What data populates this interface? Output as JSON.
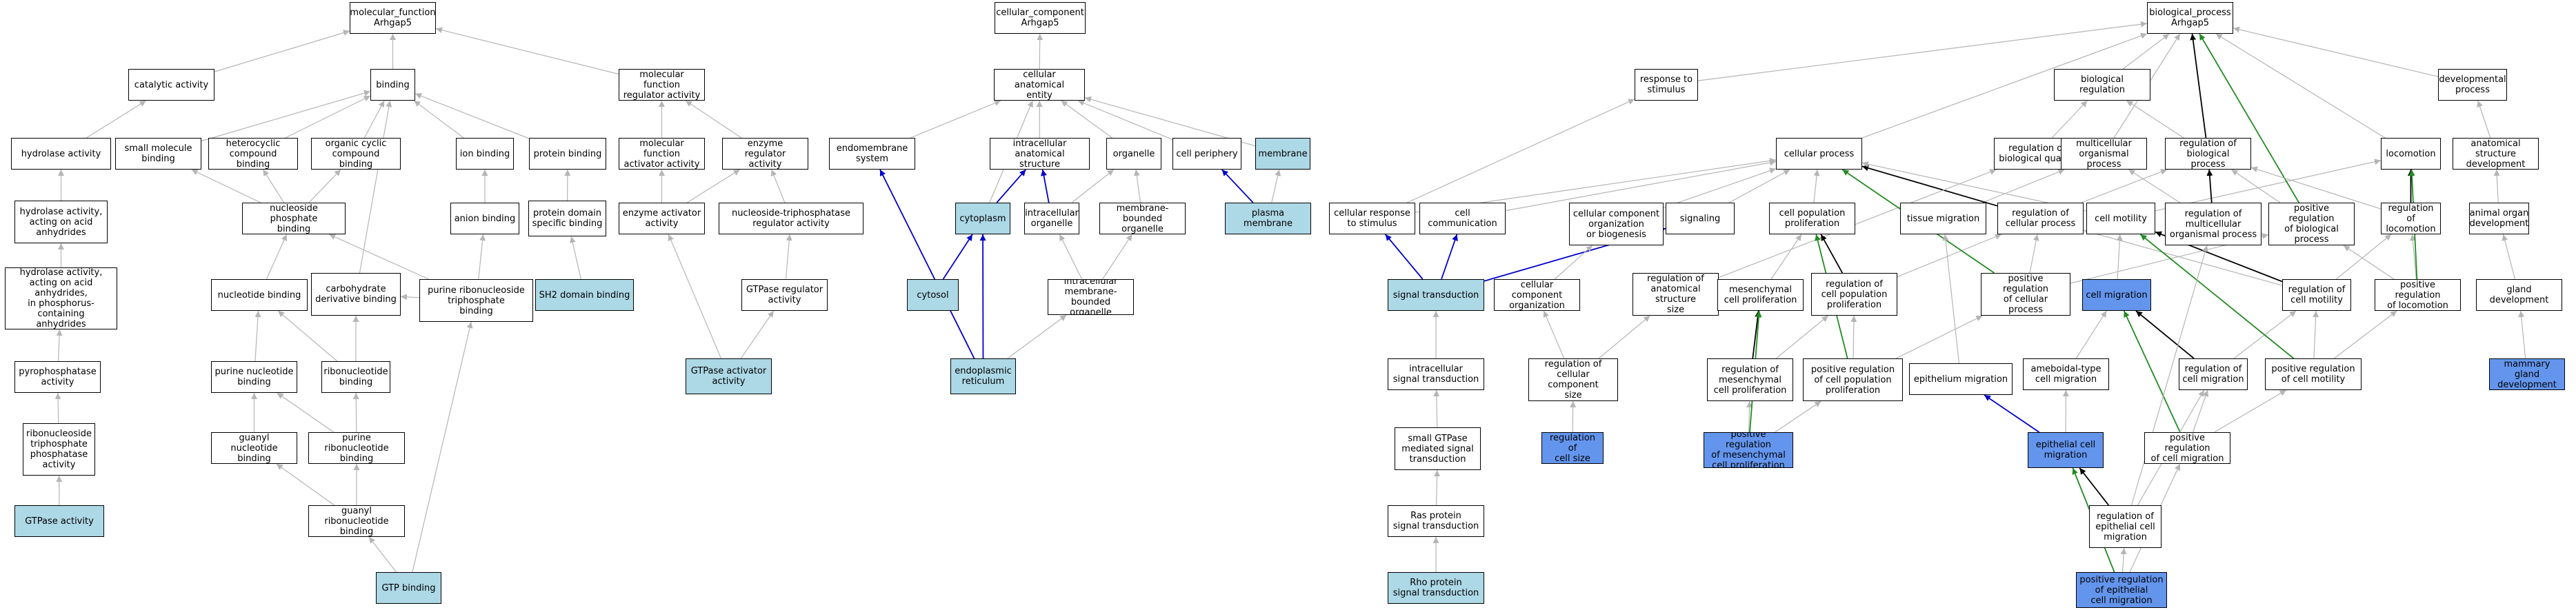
{
  "colors": {
    "default": "#ffffff",
    "light": "#add8e6",
    "blue": "#6495ed",
    "edge_gray": "#b5b5b5",
    "edge_black": "#000000",
    "edge_blue": "#0000cd",
    "edge_green": "#228b22"
  },
  "nodes": [
    {
      "id": "mf",
      "label": "molecular_function\nArhgap5",
      "color": "default"
    },
    {
      "id": "catalytic",
      "label": "catalytic activity",
      "color": "default"
    },
    {
      "id": "binding",
      "label": "binding",
      "color": "default"
    },
    {
      "id": "mfreg",
      "label": "molecular function\nregulator activity",
      "color": "default"
    },
    {
      "id": "hydrolase",
      "label": "hydrolase activity",
      "color": "default"
    },
    {
      "id": "smallmol",
      "label": "small molecule\nbinding",
      "color": "default"
    },
    {
      "id": "heterocyclic",
      "label": "heterocyclic\ncompound binding",
      "color": "default"
    },
    {
      "id": "organiccyclic",
      "label": "organic cyclic\ncompound binding",
      "color": "default"
    },
    {
      "id": "ionbind",
      "label": "ion binding",
      "color": "default"
    },
    {
      "id": "proteinbind",
      "label": "protein binding",
      "color": "default"
    },
    {
      "id": "mfactivator",
      "label": "molecular function\nactivator activity",
      "color": "default"
    },
    {
      "id": "enzreg",
      "label": "enzyme regulator\nactivity",
      "color": "default"
    },
    {
      "id": "hydanhyd",
      "label": "hydrolase activity,\nacting on acid\nanhydrides",
      "color": "default"
    },
    {
      "id": "nucphos",
      "label": "nucleoside phosphate\nbinding",
      "color": "default"
    },
    {
      "id": "anionbind",
      "label": "anion binding",
      "color": "default"
    },
    {
      "id": "protdomain",
      "label": "protein domain\nspecific binding",
      "color": "default"
    },
    {
      "id": "enzact",
      "label": "enzyme activator\nactivity",
      "color": "default"
    },
    {
      "id": "ntpasereg",
      "label": "nucleoside-triphosphatase\nregulator activity",
      "color": "default"
    },
    {
      "id": "hydphos",
      "label": "hydrolase activity,\nacting on acid\nanhydrides,\nin phosphorus-containing\nanhydrides",
      "color": "default"
    },
    {
      "id": "nucbind",
      "label": "nucleotide binding",
      "color": "default"
    },
    {
      "id": "carbo",
      "label": "carbohydrate\nderivative binding",
      "color": "default"
    },
    {
      "id": "purnuctp",
      "label": "purine ribonucleoside\ntriphosphate\nbinding",
      "color": "default"
    },
    {
      "id": "sh2",
      "label": "SH2 domain binding",
      "color": "light"
    },
    {
      "id": "gtpasereg",
      "label": "GTPase regulator\nactivity",
      "color": "default"
    },
    {
      "id": "pyrophos",
      "label": "pyrophosphatase\nactivity",
      "color": "default"
    },
    {
      "id": "purnuc",
      "label": "purine nucleotide\nbinding",
      "color": "default"
    },
    {
      "id": "ribonuc",
      "label": "ribonucleotide\nbinding",
      "color": "default"
    },
    {
      "id": "gtpaseact",
      "label": "GTPase activator\nactivity",
      "color": "light"
    },
    {
      "id": "ntpase",
      "label": "ribonucleoside\ntriphosphate\nphosphatase\nactivity",
      "color": "default"
    },
    {
      "id": "guanylnuc",
      "label": "guanyl nucleotide\nbinding",
      "color": "default"
    },
    {
      "id": "purribonuc",
      "label": "purine ribonucleotide\nbinding",
      "color": "default"
    },
    {
      "id": "guanylribo",
      "label": "guanyl ribonucleotide\nbinding",
      "color": "default"
    },
    {
      "id": "gtpase",
      "label": "GTPase activity",
      "color": "light"
    },
    {
      "id": "gtpbind",
      "label": "GTP binding",
      "color": "light"
    },
    {
      "id": "cc",
      "label": "cellular_component\nArhgap5",
      "color": "default"
    },
    {
      "id": "cae",
      "label": "cellular anatomical\nentity",
      "color": "default"
    },
    {
      "id": "endomem",
      "label": "endomembrane\nsystem",
      "color": "default"
    },
    {
      "id": "intraanat",
      "label": "intracellular\nanatomical structure",
      "color": "default"
    },
    {
      "id": "organelle",
      "label": "organelle",
      "color": "default"
    },
    {
      "id": "periphery",
      "label": "cell periphery",
      "color": "default"
    },
    {
      "id": "membrane",
      "label": "membrane",
      "color": "light"
    },
    {
      "id": "cytoplasm",
      "label": "cytoplasm",
      "color": "light"
    },
    {
      "id": "intraorg",
      "label": "intracellular\norganelle",
      "color": "default"
    },
    {
      "id": "membound",
      "label": "membrane-bounded\norganelle",
      "color": "default"
    },
    {
      "id": "plasmamem",
      "label": "plasma membrane",
      "color": "light"
    },
    {
      "id": "cytosol",
      "label": "cytosol",
      "color": "light"
    },
    {
      "id": "intramem",
      "label": "intracellular\nmembrane-bounded\norganelle",
      "color": "default"
    },
    {
      "id": "er",
      "label": "endoplasmic\nreticulum",
      "color": "light"
    },
    {
      "id": "bp",
      "label": "biological_process\nArhgap5",
      "color": "default"
    },
    {
      "id": "stimulus",
      "label": "response to\nstimulus",
      "color": "default"
    },
    {
      "id": "bioreg",
      "label": "biological regulation",
      "color": "default"
    },
    {
      "id": "devproc",
      "label": "developmental\nprocess",
      "color": "default"
    },
    {
      "id": "cellproc",
      "label": "cellular process",
      "color": "default"
    },
    {
      "id": "regqual",
      "label": "regulation of\nbiological quality",
      "color": "default"
    },
    {
      "id": "multiorg",
      "label": "multicellular\norganismal process",
      "color": "default"
    },
    {
      "id": "regbio",
      "label": "regulation of\nbiological process",
      "color": "default"
    },
    {
      "id": "locomotion",
      "label": "locomotion",
      "color": "default"
    },
    {
      "id": "anatdev",
      "label": "anatomical structure\ndevelopment",
      "color": "default"
    },
    {
      "id": "cellresp",
      "label": "cellular response\nto stimulus",
      "color": "default"
    },
    {
      "id": "cellcomm",
      "label": "cell communication",
      "color": "default"
    },
    {
      "id": "ccorg",
      "label": "cellular component\norganization\nor biogenesis",
      "color": "default"
    },
    {
      "id": "signaling",
      "label": "signaling",
      "color": "default"
    },
    {
      "id": "cellpop",
      "label": "cell population\nproliferation",
      "color": "default"
    },
    {
      "id": "tissuemig",
      "label": "tissue migration",
      "color": "default"
    },
    {
      "id": "regcellproc",
      "label": "regulation of\ncellular process",
      "color": "default"
    },
    {
      "id": "cellmotility",
      "label": "cell motility",
      "color": "default"
    },
    {
      "id": "regmulti",
      "label": "regulation of\nmulticellular\norganismal process",
      "color": "default"
    },
    {
      "id": "posregbio",
      "label": "positive regulation\nof biological\nprocess",
      "color": "default"
    },
    {
      "id": "regloco",
      "label": "regulation of\nlocomotion",
      "color": "default"
    },
    {
      "id": "animalorgan",
      "label": "animal organ\ndevelopment",
      "color": "default"
    },
    {
      "id": "sigtrans",
      "label": "signal transduction",
      "color": "light"
    },
    {
      "id": "ccorgn",
      "label": "cellular component\norganization",
      "color": "default"
    },
    {
      "id": "regsize",
      "label": "regulation of\nanatomical structure\nsize",
      "color": "default"
    },
    {
      "id": "mesprolif",
      "label": "mesenchymal\ncell proliferation",
      "color": "default"
    },
    {
      "id": "regpop",
      "label": "regulation of\ncell population\nproliferation",
      "color": "default"
    },
    {
      "id": "posregcellproc",
      "label": "positive regulation\nof cellular\nprocess",
      "color": "default"
    },
    {
      "id": "cellmig",
      "label": "cell migration",
      "color": "blue"
    },
    {
      "id": "regmotility",
      "label": "regulation of\ncell motility",
      "color": "default"
    },
    {
      "id": "posregloco",
      "label": "positive regulation\nof locomotion",
      "color": "default"
    },
    {
      "id": "glanddev",
      "label": "gland development",
      "color": "default"
    },
    {
      "id": "intrasig",
      "label": "intracellular\nsignal transduction",
      "color": "default"
    },
    {
      "id": "regccsize",
      "label": "regulation of\ncellular component\nsize",
      "color": "default"
    },
    {
      "id": "regmesprolif",
      "label": "regulation of\nmesenchymal\ncell proliferation",
      "color": "default"
    },
    {
      "id": "posregpop",
      "label": "positive regulation\nof cell population\nproliferation",
      "color": "default"
    },
    {
      "id": "epimig",
      "label": "epithelium migration",
      "color": "default"
    },
    {
      "id": "ameboid",
      "label": "ameboidal-type\ncell migration",
      "color": "default"
    },
    {
      "id": "regcellmig",
      "label": "regulation of\ncell migration",
      "color": "default"
    },
    {
      "id": "posregmotility",
      "label": "positive regulation\nof cell motility",
      "color": "default"
    },
    {
      "id": "mammary",
      "label": "mammary gland\ndevelopment",
      "color": "blue"
    },
    {
      "id": "smallgtpase",
      "label": "small GTPase\nmediated signal\ntransduction",
      "color": "default"
    },
    {
      "id": "regcellsize",
      "label": "regulation of\ncell size",
      "color": "blue"
    },
    {
      "id": "posregmes",
      "label": "positive regulation\nof mesenchymal\ncell proliferation",
      "color": "blue"
    },
    {
      "id": "epicellmig",
      "label": "epithelial cell\nmigration",
      "color": "blue"
    },
    {
      "id": "posregcellmig",
      "label": "positive regulation\nof cell migration",
      "color": "default"
    },
    {
      "id": "ras",
      "label": "Ras protein\nsignal transduction",
      "color": "default"
    },
    {
      "id": "regepimig",
      "label": "regulation of\nepithelial cell\nmigration",
      "color": "default"
    },
    {
      "id": "rho",
      "label": "Rho protein\nsignal transduction",
      "color": "light"
    },
    {
      "id": "posregepimig",
      "label": "positive regulation\nof epithelial\ncell migration",
      "color": "blue"
    }
  ],
  "edges": [
    [
      "catalytic",
      "mf",
      "gray"
    ],
    [
      "binding",
      "mf",
      "gray"
    ],
    [
      "mfreg",
      "mf",
      "gray"
    ],
    [
      "hydrolase",
      "catalytic",
      "gray"
    ],
    [
      "smallmol",
      "binding",
      "gray"
    ],
    [
      "heterocyclic",
      "binding",
      "gray"
    ],
    [
      "organiccyclic",
      "binding",
      "gray"
    ],
    [
      "ionbind",
      "binding",
      "gray"
    ],
    [
      "proteinbind",
      "binding",
      "gray"
    ],
    [
      "mfactivator",
      "mfreg",
      "gray"
    ],
    [
      "enzreg",
      "mfreg",
      "gray"
    ],
    [
      "hydanhyd",
      "hydrolase",
      "gray"
    ],
    [
      "nucphos",
      "smallmol",
      "gray"
    ],
    [
      "nucphos",
      "heterocyclic",
      "gray"
    ],
    [
      "nucphos",
      "organiccyclic",
      "gray"
    ],
    [
      "anionbind",
      "ionbind",
      "gray"
    ],
    [
      "protdomain",
      "proteinbind",
      "gray"
    ],
    [
      "enzact",
      "mfactivator",
      "gray"
    ],
    [
      "enzact",
      "enzreg",
      "gray"
    ],
    [
      "ntpasereg",
      "enzreg",
      "gray"
    ],
    [
      "hydphos",
      "hydanhyd",
      "gray"
    ],
    [
      "nucbind",
      "nucphos",
      "gray"
    ],
    [
      "carbo",
      "binding",
      "gray"
    ],
    [
      "purnuctp",
      "nucphos",
      "gray"
    ],
    [
      "purnuctp",
      "anionbind",
      "gray"
    ],
    [
      "purnuctp",
      "carbo",
      "gray"
    ],
    [
      "sh2",
      "protdomain",
      "gray"
    ],
    [
      "gtpasereg",
      "ntpasereg",
      "gray"
    ],
    [
      "pyrophos",
      "hydphos",
      "gray"
    ],
    [
      "purnuc",
      "nucbind",
      "gray"
    ],
    [
      "ribonuc",
      "nucbind",
      "gray"
    ],
    [
      "ribonuc",
      "carbo",
      "gray"
    ],
    [
      "gtpaseact",
      "enzact",
      "gray"
    ],
    [
      "gtpaseact",
      "gtpasereg",
      "gray"
    ],
    [
      "ntpase",
      "pyrophos",
      "gray"
    ],
    [
      "guanylnuc",
      "purnuc",
      "gray"
    ],
    [
      "purribonuc",
      "purnuc",
      "gray"
    ],
    [
      "purribonuc",
      "ribonuc",
      "gray"
    ],
    [
      "guanylribo",
      "guanylnuc",
      "gray"
    ],
    [
      "guanylribo",
      "purribonuc",
      "gray"
    ],
    [
      "gtpase",
      "ntpase",
      "gray"
    ],
    [
      "gtpbind",
      "guanylribo",
      "gray"
    ],
    [
      "gtpbind",
      "purnuctp",
      "gray"
    ],
    [
      "cae",
      "cc",
      "gray"
    ],
    [
      "endomem",
      "cae",
      "gray"
    ],
    [
      "intraanat",
      "cae",
      "gray"
    ],
    [
      "organelle",
      "cae",
      "gray"
    ],
    [
      "periphery",
      "cae",
      "gray"
    ],
    [
      "membrane",
      "cae",
      "gray"
    ],
    [
      "cytoplasm",
      "intraanat",
      "blue"
    ],
    [
      "cytoplasm",
      "cae",
      "gray"
    ],
    [
      "intraorg",
      "intraanat",
      "blue"
    ],
    [
      "intraorg",
      "organelle",
      "gray"
    ],
    [
      "membound",
      "organelle",
      "gray"
    ],
    [
      "plasmamem",
      "periphery",
      "blue"
    ],
    [
      "plasmamem",
      "membrane",
      "gray"
    ],
    [
      "cytosol",
      "cytoplasm",
      "blue"
    ],
    [
      "intramem",
      "intraorg",
      "gray"
    ],
    [
      "intramem",
      "membound",
      "gray"
    ],
    [
      "er",
      "endomem",
      "blue"
    ],
    [
      "er",
      "cytoplasm",
      "blue"
    ],
    [
      "er",
      "intramem",
      "gray"
    ],
    [
      "stimulus",
      "bp",
      "gray"
    ],
    [
      "bioreg",
      "bp",
      "gray"
    ],
    [
      "devproc",
      "bp",
      "gray"
    ],
    [
      "cellproc",
      "bp",
      "gray"
    ],
    [
      "regqual",
      "bioreg",
      "gray"
    ],
    [
      "multiorg",
      "bp",
      "gray"
    ],
    [
      "regbio",
      "bp",
      "black"
    ],
    [
      "regbio",
      "bioreg",
      "gray"
    ],
    [
      "locomotion",
      "bp",
      "gray"
    ],
    [
      "anatdev",
      "devproc",
      "gray"
    ],
    [
      "cellresp",
      "stimulus",
      "gray"
    ],
    [
      "cellresp",
      "cellproc",
      "gray"
    ],
    [
      "cellcomm",
      "cellproc",
      "gray"
    ],
    [
      "ccorg",
      "cellproc",
      "gray"
    ],
    [
      "signaling",
      "cellproc",
      "gray"
    ],
    [
      "cellpop",
      "cellproc",
      "gray"
    ],
    [
      "tissuemig",
      "multiorg",
      "gray"
    ],
    [
      "regcellproc",
      "cellproc",
      "black"
    ],
    [
      "regcellproc",
      "regbio",
      "gray"
    ],
    [
      "cellmotility",
      "cellproc",
      "gray"
    ],
    [
      "cellmotility",
      "locomotion",
      "gray"
    ],
    [
      "regmulti",
      "multiorg",
      "gray"
    ],
    [
      "regmulti",
      "regbio",
      "black"
    ],
    [
      "posregbio",
      "regbio",
      "gray"
    ],
    [
      "posregbio",
      "bp",
      "green"
    ],
    [
      "regloco",
      "locomotion",
      "black"
    ],
    [
      "regloco",
      "regbio",
      "gray"
    ],
    [
      "animalorgan",
      "anatdev",
      "gray"
    ],
    [
      "sigtrans",
      "cellresp",
      "blue"
    ],
    [
      "sigtrans",
      "cellcomm",
      "blue"
    ],
    [
      "sigtrans",
      "signaling",
      "blue"
    ],
    [
      "ccorgn",
      "ccorg",
      "gray"
    ],
    [
      "regsize",
      "regqual",
      "gray"
    ],
    [
      "mesprolif",
      "cellpop",
      "gray"
    ],
    [
      "regpop",
      "cellpop",
      "black"
    ],
    [
      "regpop",
      "regcellproc",
      "gray"
    ],
    [
      "posregcellproc",
      "regcellproc",
      "gray"
    ],
    [
      "posregcellproc",
      "posregbio",
      "gray"
    ],
    [
      "posregcellproc",
      "cellproc",
      "green"
    ],
    [
      "cellmig",
      "cellmotility",
      "gray"
    ],
    [
      "regmotility",
      "cellmotility",
      "black"
    ],
    [
      "regmotility",
      "regloco",
      "gray"
    ],
    [
      "regmotility",
      "regcellproc",
      "gray"
    ],
    [
      "posregloco",
      "regloco",
      "gray"
    ],
    [
      "posregloco",
      "posregbio",
      "gray"
    ],
    [
      "posregloco",
      "locomotion",
      "green"
    ],
    [
      "glanddev",
      "animalorgan",
      "gray"
    ],
    [
      "intrasig",
      "sigtrans",
      "gray"
    ],
    [
      "regccsize",
      "ccorgn",
      "gray"
    ],
    [
      "regccsize",
      "regsize",
      "gray"
    ],
    [
      "regmesprolif",
      "mesprolif",
      "black"
    ],
    [
      "regmesprolif",
      "regpop",
      "gray"
    ],
    [
      "posregpop",
      "regpop",
      "gray"
    ],
    [
      "posregpop",
      "posregcellproc",
      "gray"
    ],
    [
      "posregpop",
      "cellpop",
      "green"
    ],
    [
      "epimig",
      "tissuemig",
      "gray"
    ],
    [
      "ameboid",
      "cellmig",
      "gray"
    ],
    [
      "regcellmig",
      "cellmig",
      "black"
    ],
    [
      "regcellmig",
      "regmotility",
      "gray"
    ],
    [
      "posregmotility",
      "regmotility",
      "gray"
    ],
    [
      "posregmotility",
      "posregloco",
      "gray"
    ],
    [
      "posregmotility",
      "cellmotility",
      "green"
    ],
    [
      "mammary",
      "glanddev",
      "gray"
    ],
    [
      "smallgtpase",
      "intrasig",
      "gray"
    ],
    [
      "regcellsize",
      "regccsize",
      "gray"
    ],
    [
      "posregmes",
      "regmesprolif",
      "gray"
    ],
    [
      "posregmes",
      "posregpop",
      "gray"
    ],
    [
      "posregmes",
      "mesprolif",
      "green"
    ],
    [
      "epicellmig",
      "epimig",
      "blue"
    ],
    [
      "epicellmig",
      "ameboid",
      "gray"
    ],
    [
      "posregcellmig",
      "regcellmig",
      "gray"
    ],
    [
      "posregcellmig",
      "posregmotility",
      "gray"
    ],
    [
      "posregcellmig",
      "cellmig",
      "green"
    ],
    [
      "ras",
      "smallgtpase",
      "gray"
    ],
    [
      "regepimig",
      "epicellmig",
      "black"
    ],
    [
      "regepimig",
      "regcellmig",
      "gray"
    ],
    [
      "regepimig",
      "regmulti",
      "gray"
    ],
    [
      "rho",
      "ras",
      "gray"
    ],
    [
      "posregepimig",
      "regepimig",
      "gray"
    ],
    [
      "posregepimig",
      "posregcellmig",
      "gray"
    ],
    [
      "posregepimig",
      "epicellmig",
      "green"
    ]
  ]
}
